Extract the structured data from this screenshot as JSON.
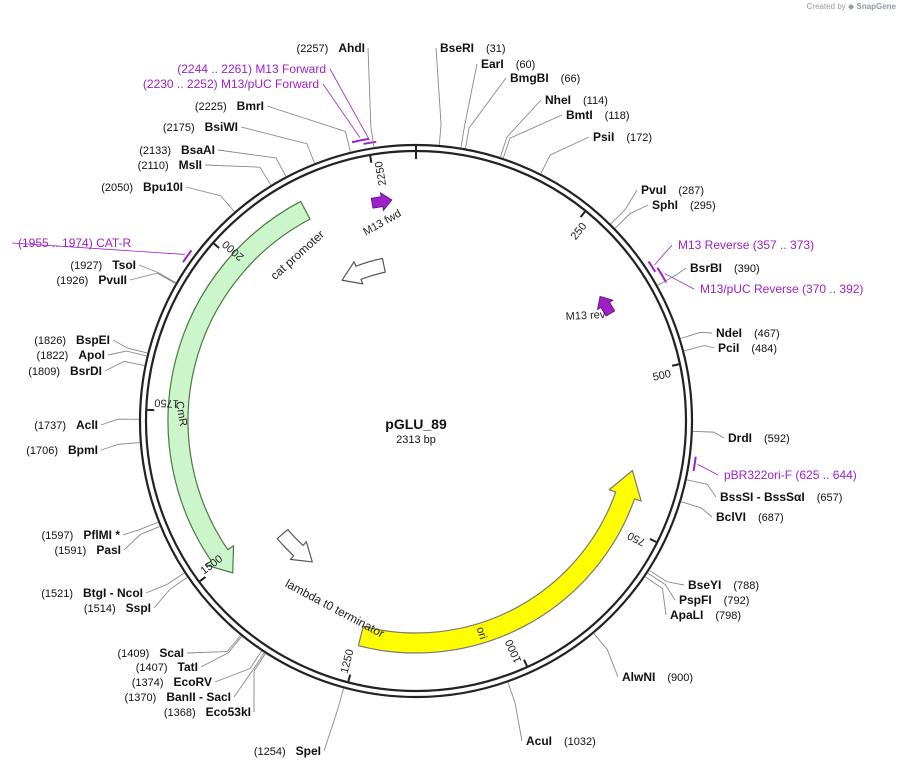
{
  "watermark": {
    "prefix": "Created by",
    "brand": "SnapGene"
  },
  "plasmid": {
    "name": "pGLU_89",
    "length_label": "2313 bp",
    "length": 2313
  },
  "colors": {
    "primer": "#a020c8",
    "ori": "#ffff00",
    "cmr": "#ccf5cc",
    "arrow_outline": "#555555",
    "backbone": "#222222"
  },
  "ticks": [
    {
      "pos": 250,
      "label": "250"
    },
    {
      "pos": 500,
      "label": "500"
    },
    {
      "pos": 750,
      "label": "750"
    },
    {
      "pos": 1000,
      "label": "1000"
    },
    {
      "pos": 1250,
      "label": "1250"
    },
    {
      "pos": 1500,
      "label": "1500"
    },
    {
      "pos": 1750,
      "label": "1750"
    },
    {
      "pos": 2000,
      "label": "2000"
    },
    {
      "pos": 2250,
      "label": "2250"
    }
  ],
  "enzymes": [
    {
      "name": "BseRI",
      "pos_label": "(31)",
      "pos": 31
    },
    {
      "name": "EarI",
      "pos_label": "(60)",
      "pos": 60
    },
    {
      "name": "BmgBI",
      "pos_label": "(66)",
      "pos": 66
    },
    {
      "name": "NheI",
      "pos_label": "(114)",
      "pos": 114
    },
    {
      "name": "BmtI",
      "pos_label": "(118)",
      "pos": 118
    },
    {
      "name": "PsiI",
      "pos_label": "(172)",
      "pos": 172
    },
    {
      "name": "PvuI",
      "pos_label": "(287)",
      "pos": 287
    },
    {
      "name": "SphI",
      "pos_label": "(295)",
      "pos": 295
    },
    {
      "name": "BsrBI",
      "pos_label": "(390)",
      "pos": 390
    },
    {
      "name": "NdeI",
      "pos_label": "(467)",
      "pos": 467
    },
    {
      "name": "PciI",
      "pos_label": "(484)",
      "pos": 484
    },
    {
      "name": "DrdI",
      "pos_label": "(592)",
      "pos": 592
    },
    {
      "name": "BssSI - BssSαI",
      "pos_label": "(657)",
      "pos": 657
    },
    {
      "name": "BclVI",
      "pos_label": "(687)",
      "pos": 687
    },
    {
      "name": "BseYI",
      "pos_label": "(788)",
      "pos": 788
    },
    {
      "name": "PspFI",
      "pos_label": "(792)",
      "pos": 792
    },
    {
      "name": "ApaLI",
      "pos_label": "(798)",
      "pos": 798
    },
    {
      "name": "AlwNI",
      "pos_label": "(900)",
      "pos": 900
    },
    {
      "name": "AcuI",
      "pos_label": "(1032)",
      "pos": 1032
    },
    {
      "name": "SpeI",
      "pos_label": "(1254)",
      "pos": 1254
    },
    {
      "name": "Eco53kI",
      "pos_label": "(1368)",
      "pos": 1368
    },
    {
      "name": "BanII - SacI",
      "pos_label": "(1370)",
      "pos": 1370
    },
    {
      "name": "EcoRV",
      "pos_label": "(1374)",
      "pos": 1374
    },
    {
      "name": "TatI",
      "pos_label": "(1407)",
      "pos": 1407
    },
    {
      "name": "ScaI",
      "pos_label": "(1409)",
      "pos": 1409
    },
    {
      "name": "SspI",
      "pos_label": "(1514)",
      "pos": 1514
    },
    {
      "name": "BtgI - NcoI",
      "pos_label": "(1521)",
      "pos": 1521
    },
    {
      "name": "PasI",
      "pos_label": "(1591)",
      "pos": 1591
    },
    {
      "name": "PflMI *",
      "pos_label": "(1597)",
      "pos": 1597
    },
    {
      "name": "BpmI",
      "pos_label": "(1706)",
      "pos": 1706
    },
    {
      "name": "AclI",
      "pos_label": "(1737)",
      "pos": 1737
    },
    {
      "name": "BsrDI",
      "pos_label": "(1809)",
      "pos": 1809
    },
    {
      "name": "ApoI",
      "pos_label": "(1822)",
      "pos": 1822
    },
    {
      "name": "BspEI",
      "pos_label": "(1826)",
      "pos": 1826
    },
    {
      "name": "PvuII",
      "pos_label": "(1926)",
      "pos": 1926
    },
    {
      "name": "TsoI",
      "pos_label": "(1927)",
      "pos": 1927
    },
    {
      "name": "Bpu10I",
      "pos_label": "(2050)",
      "pos": 2050
    },
    {
      "name": "MslI",
      "pos_label": "(2110)",
      "pos": 2110
    },
    {
      "name": "BsaAI",
      "pos_label": "(2133)",
      "pos": 2133
    },
    {
      "name": "BsiWI",
      "pos_label": "(2175)",
      "pos": 2175
    },
    {
      "name": "BmrI",
      "pos_label": "(2225)",
      "pos": 2225
    },
    {
      "name": "AhdI",
      "pos_label": "(2257)",
      "pos": 2257
    }
  ],
  "primers": [
    {
      "name": "M13 Forward",
      "range_label": "(2244 .. 2261)",
      "start": 2244,
      "end": 2261
    },
    {
      "name": "M13/pUC Forward",
      "range_label": "(2230 .. 2252)",
      "start": 2230,
      "end": 2252
    },
    {
      "name": "M13 Reverse",
      "range_label": "(357 .. 373)",
      "start": 357,
      "end": 373
    },
    {
      "name": "M13/pUC Reverse",
      "range_label": "(370 .. 392)",
      "start": 370,
      "end": 392
    },
    {
      "name": "pBR322ori-F",
      "range_label": "(625 .. 644)",
      "start": 625,
      "end": 644
    },
    {
      "name": "CAT-R",
      "range_label": "(1955 .. 1974)",
      "start": 1955,
      "end": 1974
    }
  ],
  "features": [
    {
      "name": "ori",
      "start": 661,
      "end": 1249,
      "strand": "reverse",
      "type": "rep_origin"
    },
    {
      "name": "CmR",
      "start": 1480,
      "end": 2135,
      "strand": "reverse",
      "type": "CDS"
    },
    {
      "name": "cat promoter",
      "start": 2135,
      "end": 2238,
      "strand": "reverse",
      "type": "promoter"
    },
    {
      "name": "lambda t0 terminator",
      "start": 1390,
      "end": 1476,
      "strand": "reverse",
      "type": "terminator"
    },
    {
      "name": "M13 fwd",
      "pos": 2253,
      "strand": "forward",
      "type": "primer_bind"
    },
    {
      "name": "M13 rev",
      "pos": 379,
      "strand": "reverse",
      "type": "primer_bind"
    }
  ]
}
